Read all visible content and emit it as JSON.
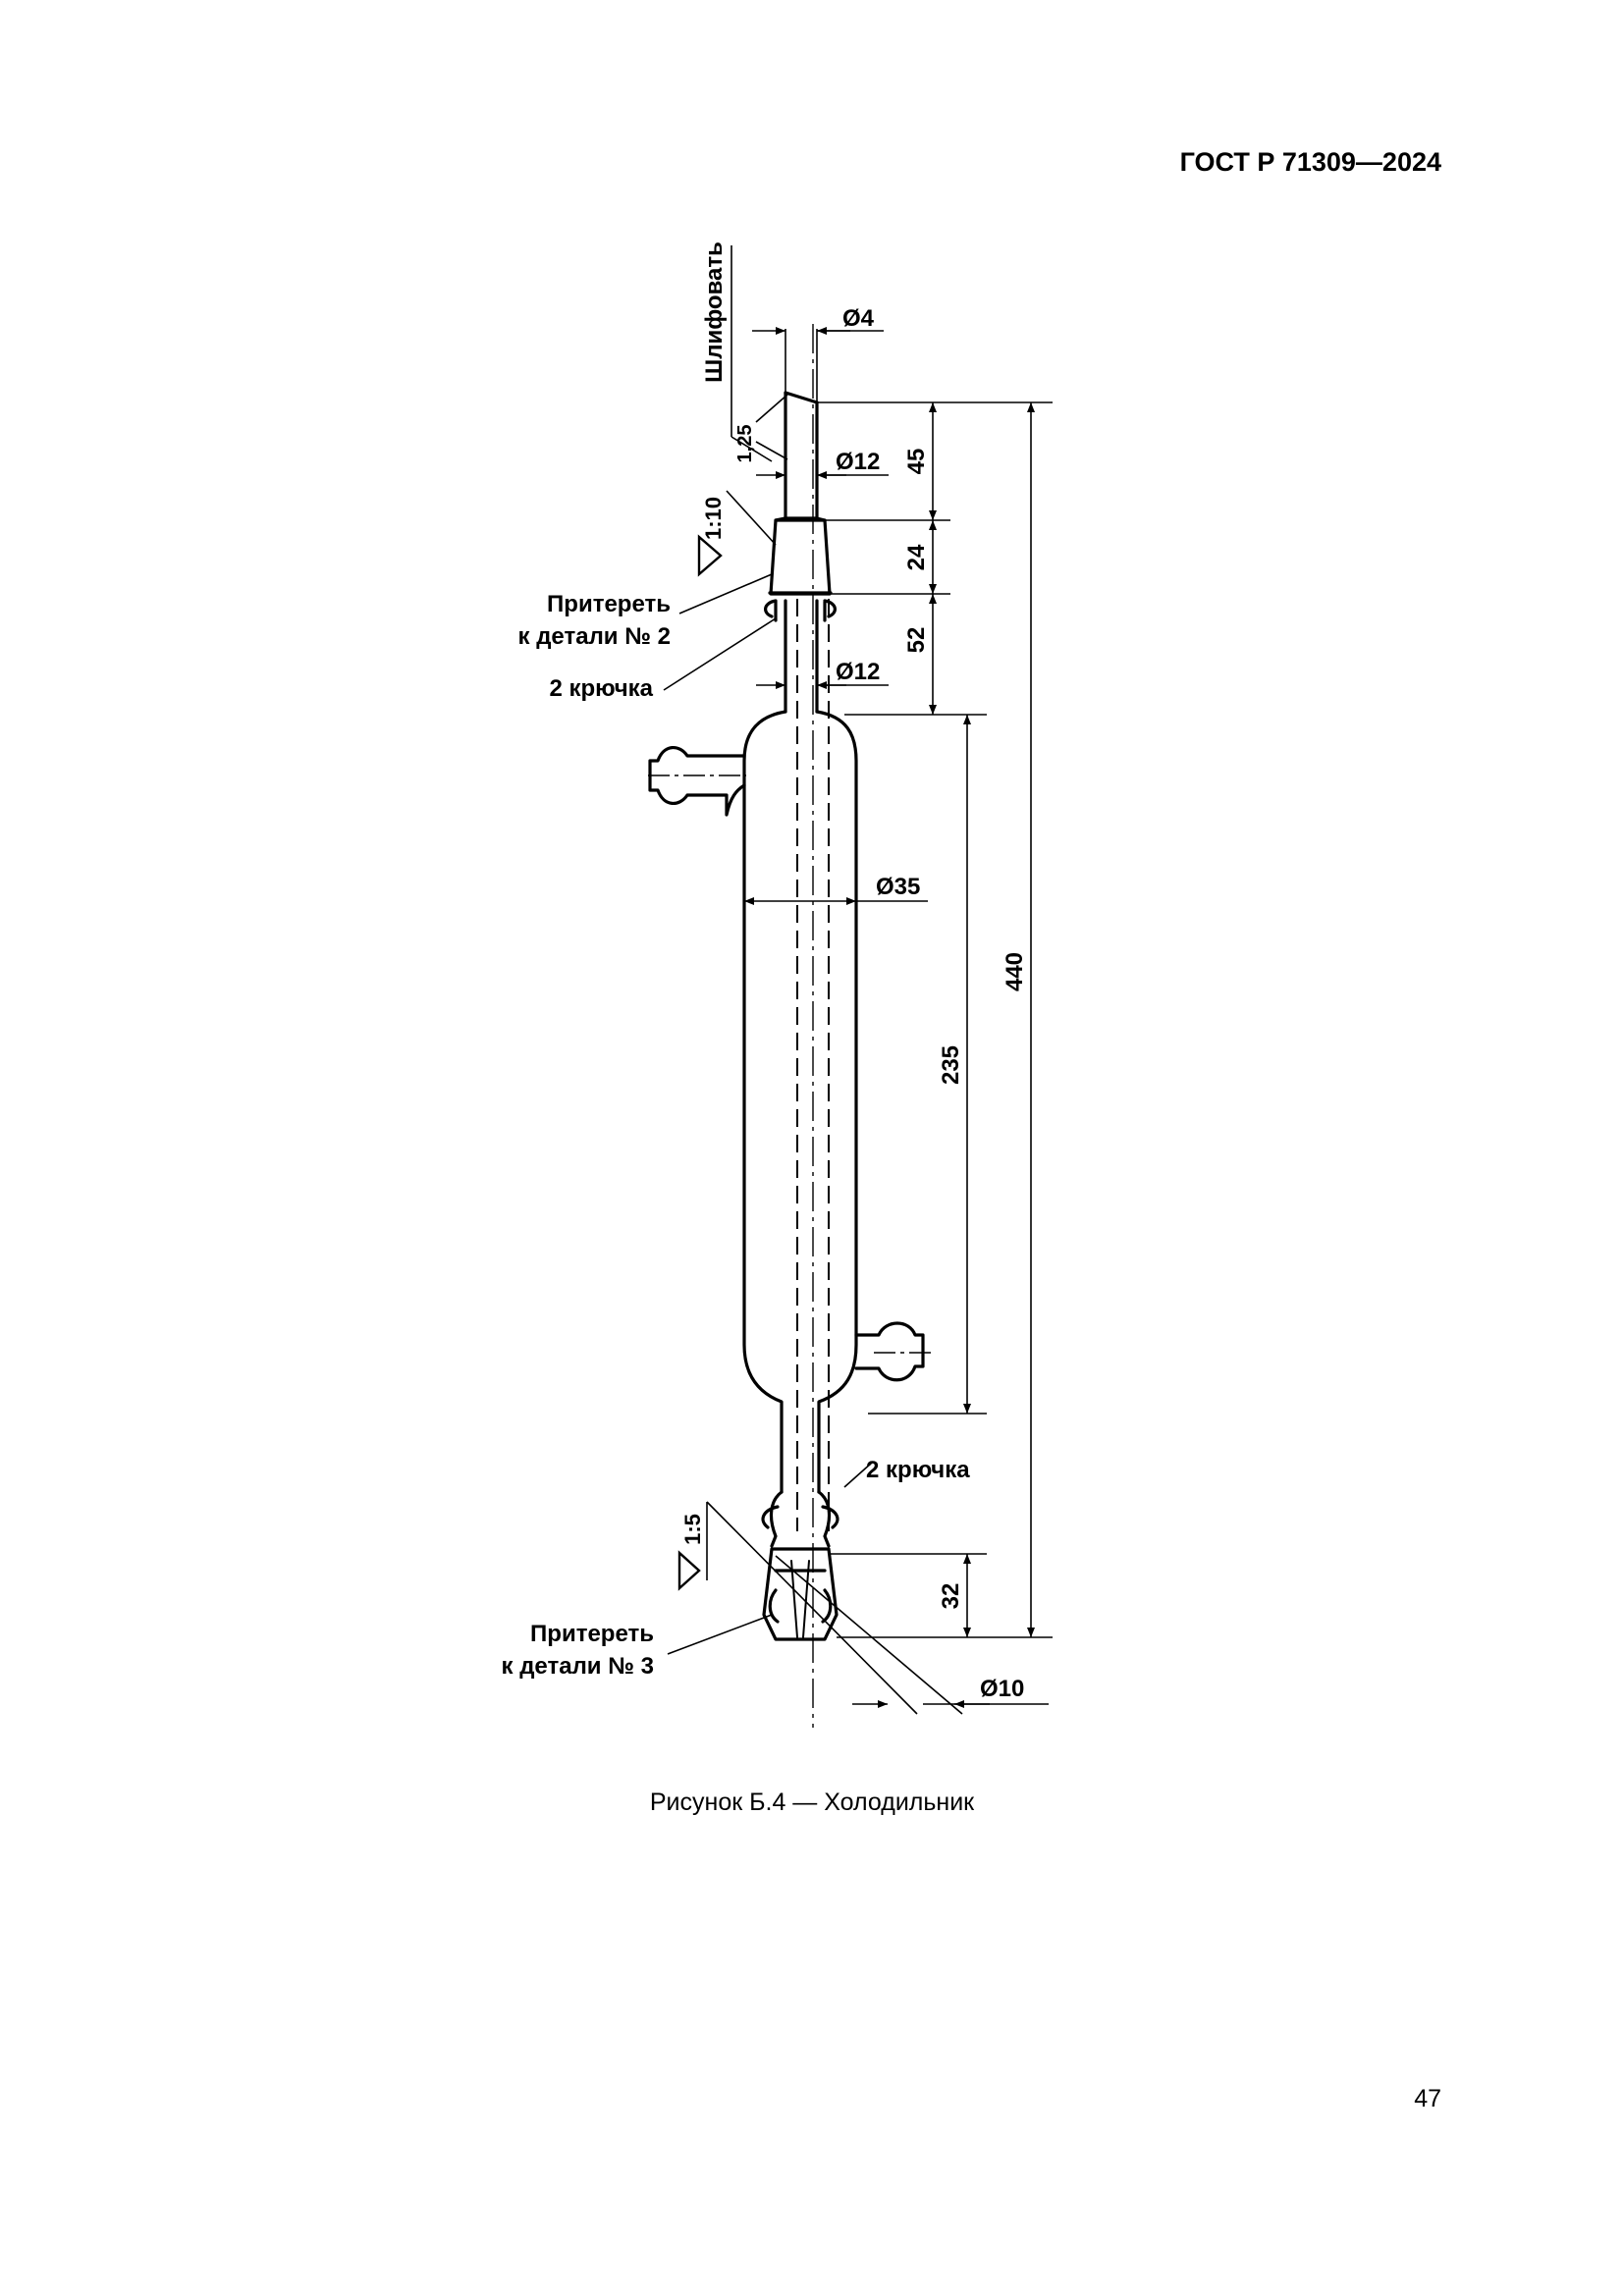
{
  "header": {
    "standard_code": "ГОСТ Р 71309—2024"
  },
  "figure": {
    "caption": "Рисунок Б.4 — Холодильник",
    "annotations": {
      "grind": "Шлифовать",
      "taper_top": "1:10",
      "taper_bottom": "1:5",
      "rub_part2_line1": "Притереть",
      "rub_part2_line2": "к детали № 2",
      "hooks_top": "2 крючка",
      "hooks_bottom": "2 крючка",
      "rub_part3_line1": "Притереть",
      "rub_part3_line2": "к детали № 3"
    },
    "dimensions": {
      "d_tip": "Ø4",
      "angle": "1,25",
      "d_upper_tube": "Ø12",
      "d_neck_tube": "Ø12",
      "d_jacket": "Ø35",
      "d_bottom": "Ø10",
      "len_tip": "45",
      "len_cone": "24",
      "len_neck": "52",
      "len_jacket": "235",
      "len_total": "440",
      "len_bottom_joint": "32"
    }
  },
  "footer": {
    "page_number": "47"
  }
}
